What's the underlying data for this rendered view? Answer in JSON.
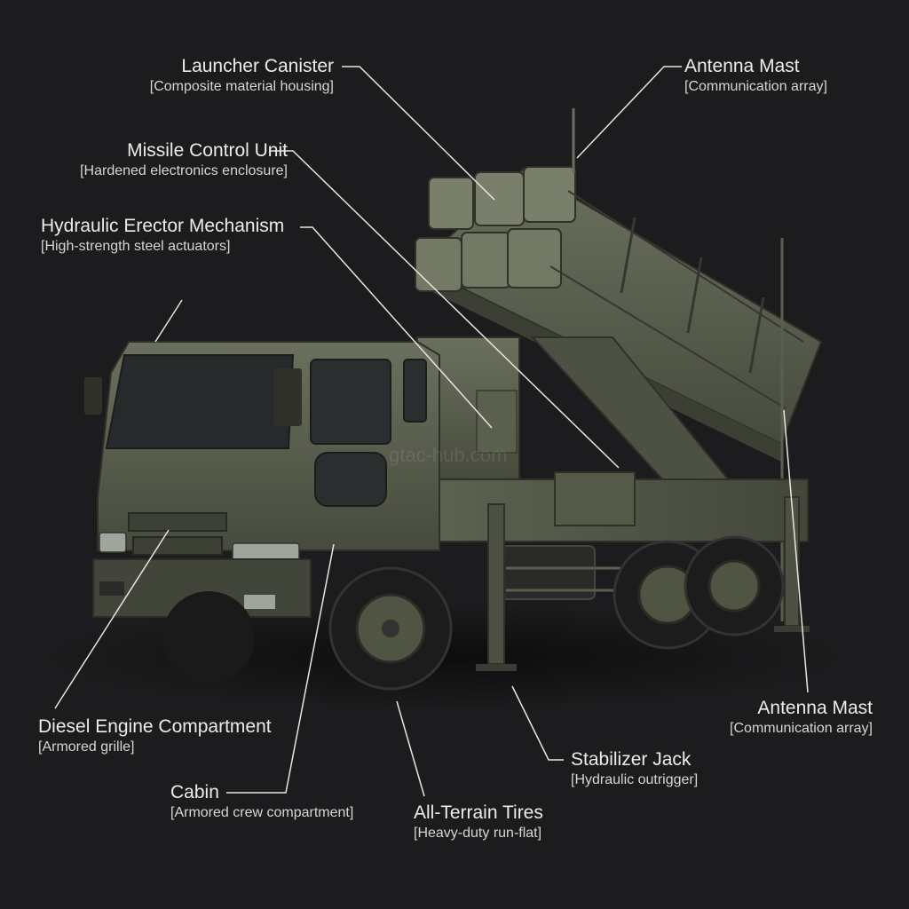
{
  "callouts": [
    {
      "title": "Launcher Canister",
      "sub": "[Composite material housing]"
    },
    {
      "title": "Antenna Mast",
      "sub": "[Communication array]"
    },
    {
      "title": "Missile Control Unit",
      "sub": "[Hardened electronics enclosure]"
    },
    {
      "title": "Hydraulic Erector Mechanism",
      "sub": "[High-strength steel actuators]"
    },
    {
      "title": "Diesel Engine Compartment",
      "sub": "[Armored grille]"
    },
    {
      "title": "Cabin",
      "sub": "[Armored crew compartment]"
    },
    {
      "title": "All-Terrain Tires",
      "sub": "[Heavy-duty run-flat]"
    },
    {
      "title": "Stabilizer Jack",
      "sub": "[Hydraulic outrigger]"
    },
    {
      "title": "Antenna Mast",
      "sub": "[Communication array]"
    }
  ],
  "watermark": "gtac-hub.com",
  "colors": {
    "background": "#1c1c1e",
    "vehicle_olive": "#5c6150",
    "leader_line": "#e6e6e6"
  }
}
